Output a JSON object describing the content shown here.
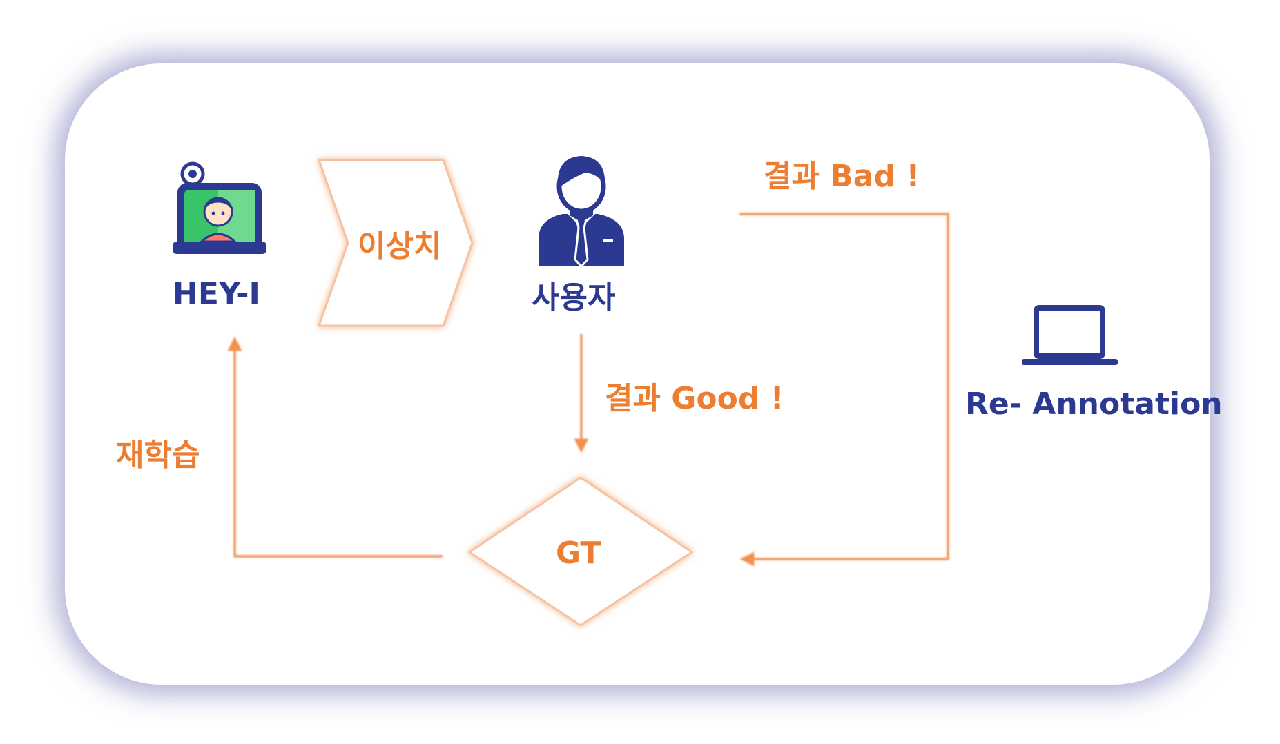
{
  "nodes": {
    "hey_i": "HEY-I",
    "outlier": "이상치",
    "user": "사용자",
    "gt": "GT",
    "re_annotation": "Re- Annotation"
  },
  "edges": {
    "result_bad": "결과 Bad !",
    "result_good": "결과 Good !",
    "retrain": "재학습"
  },
  "icons": {
    "hey_i": "robot-screen-icon",
    "user": "businessman-icon",
    "re_annotation": "laptop-icon"
  },
  "colors": {
    "navy": "#2b3990",
    "orange": "#ed7d31",
    "frame_shadow": "#6e6eb4"
  }
}
